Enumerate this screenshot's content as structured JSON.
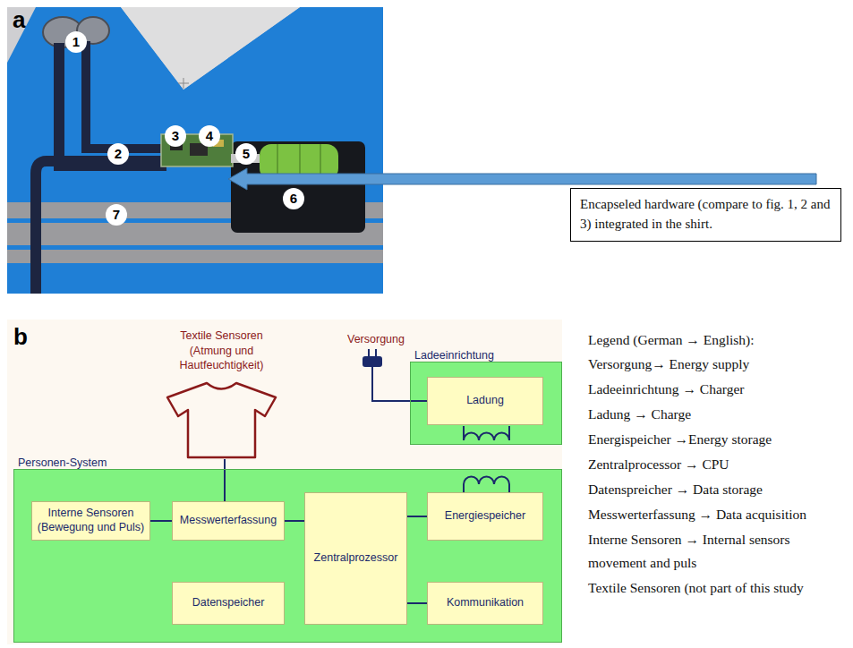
{
  "diagram": {
    "nodes": [
      {
        "text": [
          "Encapseled hardware (compare to fig. 1, 2 and 3) integrated in the shirt."
        ]
      },
      {
        "text": [
          "Textile Sensoren (Atmung und Hautfeuchtigkeit)"
        ]
      },
      {
        "text": [
          "Ladeeinrichtung"
        ]
      },
      {
        "text": [
          "Ladung"
        ],
        "in": 2
      },
      {
        "text": [
          "Personen-System"
        ]
      },
      {
        "text": [
          "Interne Sensoren (Bewegung und Puls)"
        ],
        "in": 4
      },
      {
        "text": [
          "Messwerterfassung"
        ],
        "in": 4
      },
      {
        "text": [
          "Zentralprozessor"
        ],
        "in": 4
      },
      {
        "text": [
          "Energiespeicher"
        ],
        "in": 4
      },
      {
        "text": [
          "Datenspeicher"
        ],
        "in": 4
      },
      {
        "text": [
          "Kommunikation"
        ],
        "in": 4
      }
    ],
    "edges": [
      {
        "from": 1,
        "to": 6,
        "arrow": "none"
      },
      {
        "from": 5,
        "to": 6,
        "arrow": "none"
      },
      {
        "from": 6,
        "to": 7,
        "arrow": "none"
      },
      {
        "from": 7,
        "to": 8,
        "arrow": "none"
      },
      {
        "from": 7,
        "to": 10,
        "arrow": "none"
      }
    ],
    "labels": [
      "a",
      "1",
      "2",
      "3",
      "4",
      "5",
      "6",
      "7",
      "b",
      "Versorgung",
      "Legend (German → English):"
    ],
    "legend": [
      {
        "text": "Versorgung→ Energy supply"
      },
      {
        "text": "Ladeeinrichtung → Charger"
      },
      {
        "text": "Ladung → Charge"
      },
      {
        "text": "Energispeicher →Energy storage"
      },
      {
        "text": "Zentralprocessor → CPU"
      },
      {
        "text": "Datenspreicher → Data storage"
      },
      {
        "text": "Messwerterfassung → Data acquisition"
      },
      {
        "text": "Interne Sensoren → Internal sensors movement and puls"
      },
      {
        "text": "Textile Sensoren (not part of this study"
      }
    ]
  }
}
